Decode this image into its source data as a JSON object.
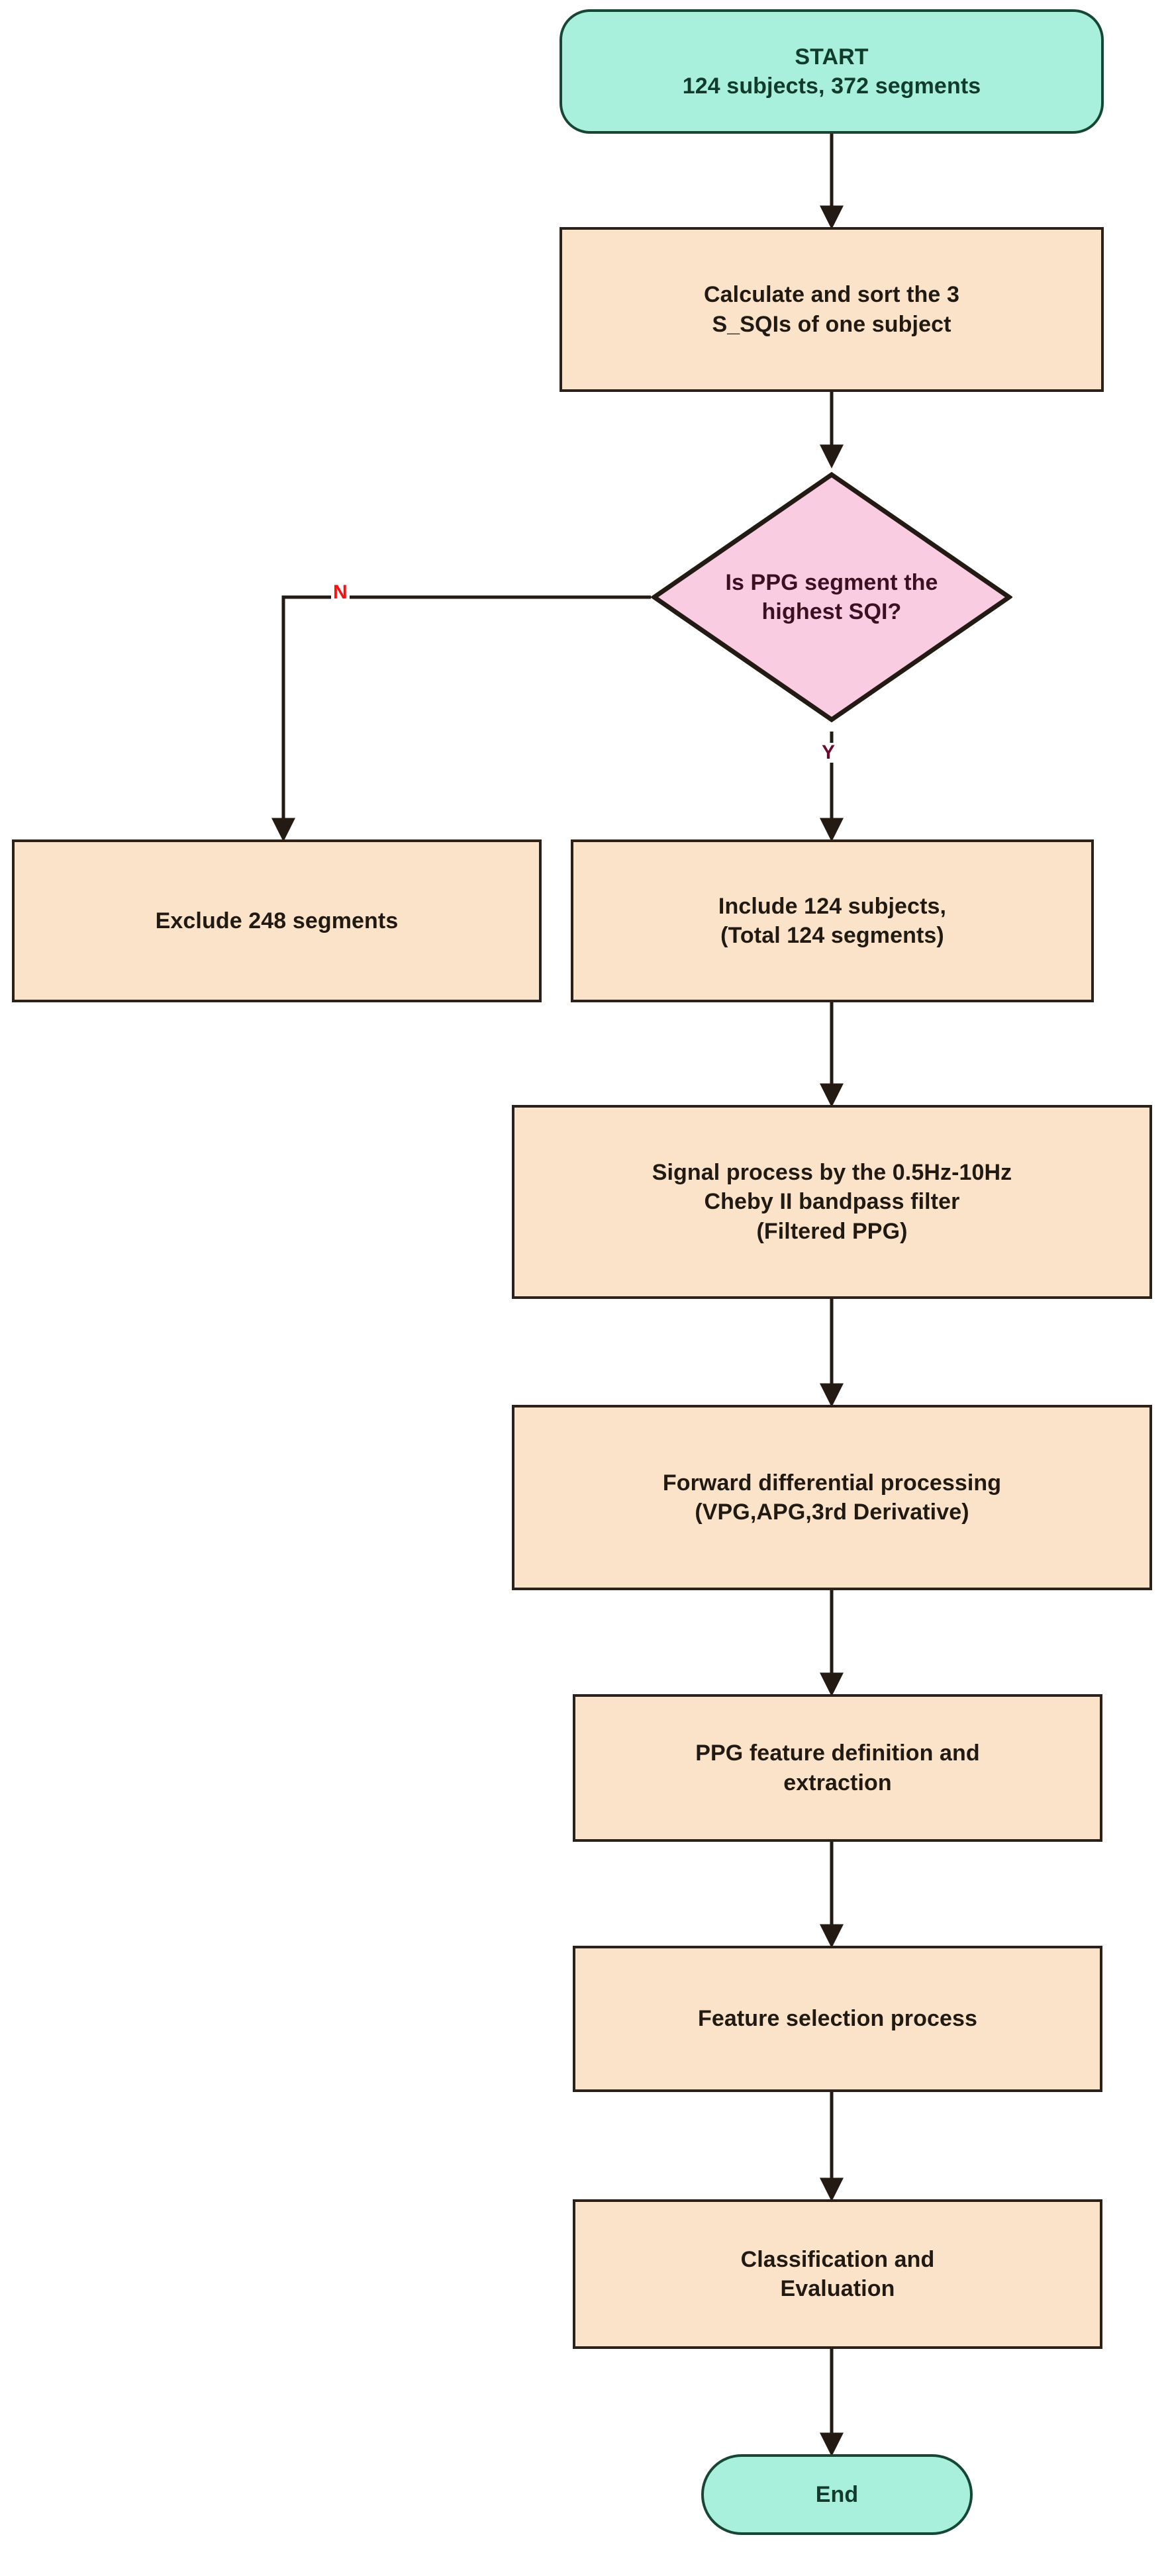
{
  "diagram": {
    "title": "PPG signal quality screening and classification flowchart",
    "background_color": "#FFFFFF",
    "palette": {
      "terminator_fill": "#A8F0DC",
      "terminator_stroke": "#154734",
      "terminator_text": "#113B2B",
      "process_fill": "#FBE3CA",
      "process_stroke": "#2B2119",
      "process_text": "#211A13",
      "decision_fill": "#F9CCE2",
      "decision_stroke": "#231A14",
      "decision_text": "#3B1020",
      "edge_stroke": "#231A14",
      "label_no_color": "#FF0D0D",
      "label_yes_color": "#6B0A2A"
    },
    "nodes": {
      "start": {
        "shape": "terminator",
        "text": "START\n124 subjects, 372 segments"
      },
      "calculate": {
        "shape": "process",
        "text": "Calculate and sort the 3\nS_SQIs of one subject"
      },
      "decision": {
        "shape": "decision",
        "text": "Is PPG segment the\nhighest SQI?"
      },
      "exclude": {
        "shape": "process",
        "text": "Exclude 248 segments"
      },
      "include": {
        "shape": "process",
        "text": "Include 124 subjects,\n(Total 124 segments)"
      },
      "filter": {
        "shape": "process",
        "text": "Signal process by the 0.5Hz-10Hz\nCheby II bandpass filter\n(Filtered PPG)"
      },
      "derivative": {
        "shape": "process",
        "text": "Forward differential processing\n(VPG,APG,3rd Derivative)"
      },
      "features": {
        "shape": "process",
        "text": "PPG feature definition and\nextraction"
      },
      "selection": {
        "shape": "process",
        "text": "Feature selection process"
      },
      "classification": {
        "shape": "process",
        "text": "Classification and\nEvaluation"
      },
      "end": {
        "shape": "terminator",
        "text": "End"
      }
    },
    "edge_labels": {
      "no": "N",
      "yes": "Y"
    }
  }
}
